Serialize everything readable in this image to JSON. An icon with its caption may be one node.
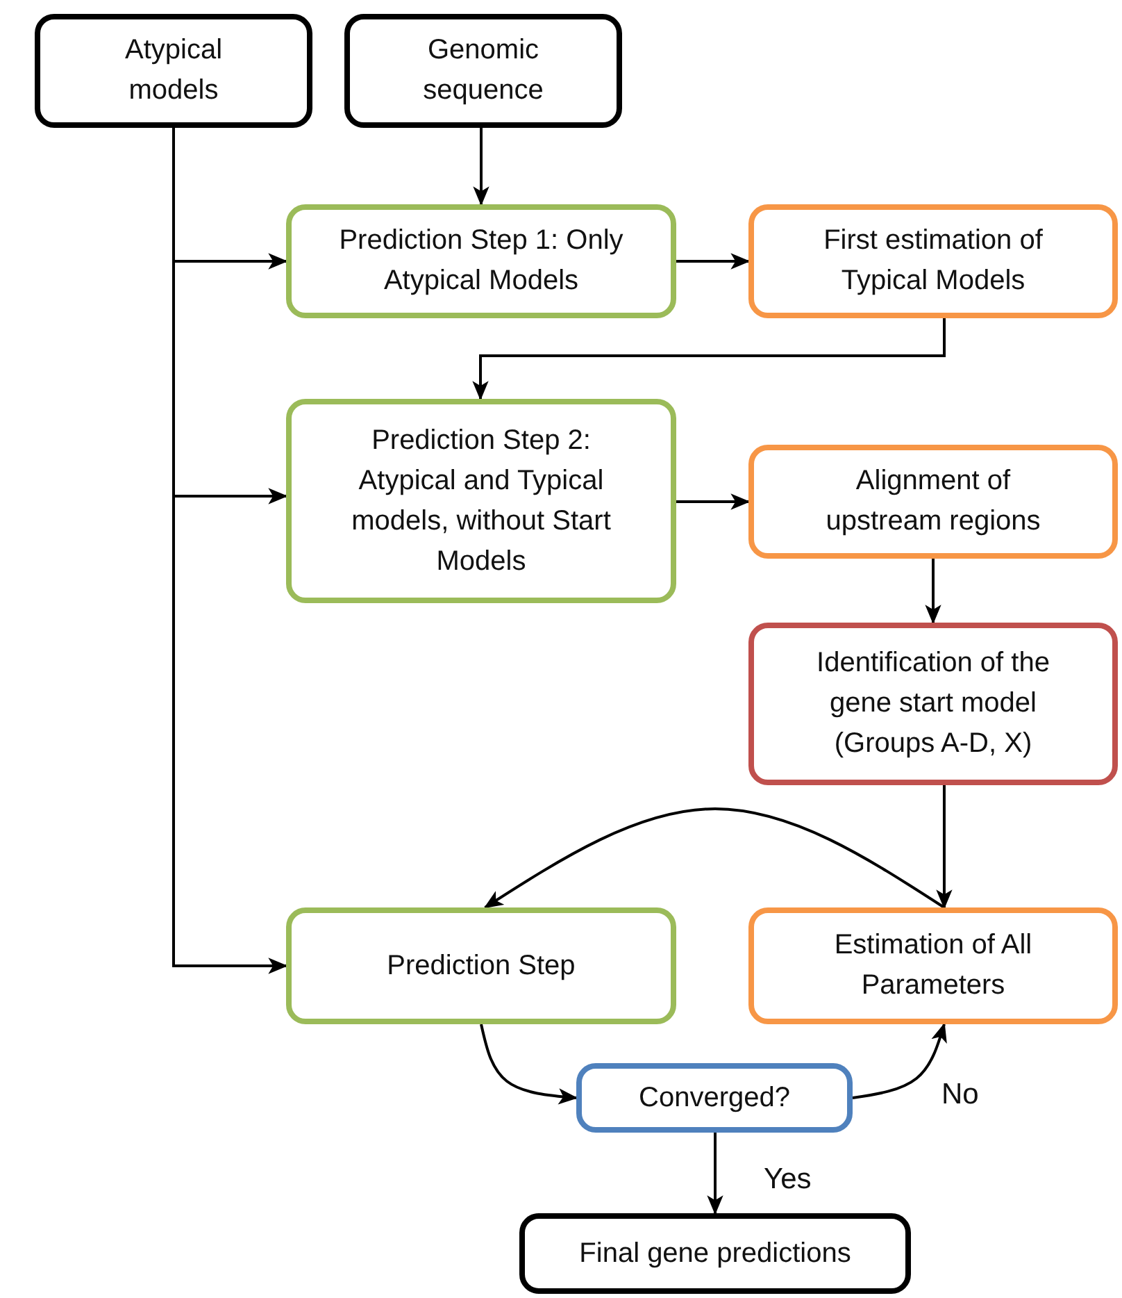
{
  "diagram": {
    "nodes": [
      {
        "text": [
          "Atypical models"
        ]
      },
      {
        "text": [
          "Genomic sequence"
        ]
      },
      {
        "text": [
          "Prediction Step 1: Only Atypical Models"
        ]
      },
      {
        "text": [
          "First estimation of Typical Models"
        ]
      },
      {
        "text": [
          "Prediction Step 2: Atypical and Typical models, without Start Models"
        ]
      },
      {
        "text": [
          "Alignment of upstream regions"
        ]
      },
      {
        "text": [
          "Identification of the gene start model (Groups A-D, X)"
        ]
      },
      {
        "text": [
          "Prediction Step"
        ]
      },
      {
        "text": [
          "Estimation of All Parameters"
        ]
      },
      {
        "text": [
          "Converged?"
        ]
      },
      {
        "text": [
          "Final gene predictions"
        ]
      }
    ],
    "edges": [
      {
        "from": 0,
        "to": 2,
        "arrow": "to"
      },
      {
        "from": 1,
        "to": 2,
        "arrow": "to"
      },
      {
        "from": 2,
        "to": 3,
        "arrow": "to"
      },
      {
        "from": 3,
        "to": 4,
        "arrow": "to"
      },
      {
        "from": 0,
        "to": 4,
        "arrow": "to"
      },
      {
        "from": 4,
        "to": 5,
        "arrow": "to"
      },
      {
        "from": 5,
        "to": 6,
        "arrow": "to"
      },
      {
        "from": 6,
        "to": 8,
        "arrow": "to"
      },
      {
        "from": 8,
        "to": 7,
        "arrow": "to"
      },
      {
        "from": 0,
        "to": 7,
        "arrow": "to"
      },
      {
        "from": 7,
        "to": 9,
        "arrow": "to"
      },
      {
        "from": 9,
        "to": 8,
        "arrow": "to",
        "label": "No"
      },
      {
        "from": 9,
        "to": 10,
        "arrow": "to",
        "label": "Yes"
      }
    ]
  }
}
